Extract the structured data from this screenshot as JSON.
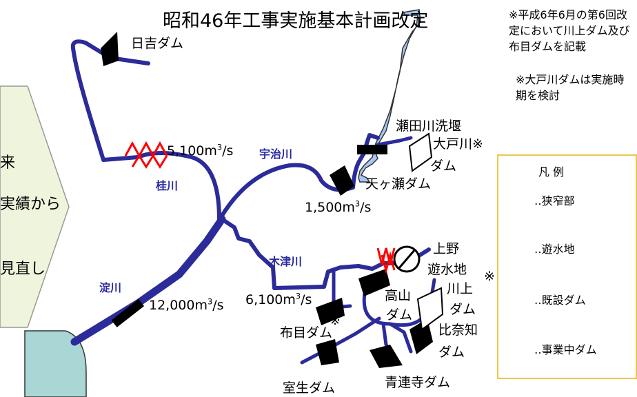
{
  "title": "昭和46年工事実施基本計画改定",
  "notes": [
    "※平成6年6月の第6回改定において川上ダム及び布目ダムを記載",
    "※大戸川ダムは実施時期を検討"
  ],
  "side_panel_lines": [
    "",
    "",
    "来",
    "実績から",
    "",
    "見直し"
  ],
  "rivers": {
    "uji": "宇治川",
    "katsura": "桂川",
    "kizu": "木津川",
    "yodo": "淀川"
  },
  "dams": {
    "hiyoshi": "日吉ダム",
    "amagase": "天ヶ瀬ダム",
    "seta": "瀬田川洗堰",
    "daido_1": "大戸川※",
    "daido_2": "ダム",
    "takayama_1": "高山",
    "takayama_2": "ダム",
    "kawakami_1": "川上",
    "kawakami_2": "ダム",
    "kawakami_mark": "※",
    "hinachi_1": "比奈知",
    "hinachi_2": "ダム",
    "nunome": "布目ダム",
    "nunome_mark": "※",
    "murou": "室生ダム",
    "shorenji": "青連寺ダム",
    "ueno_1": "上野",
    "ueno_2": "遊水地"
  },
  "flows": {
    "katsura": {
      "value": "5,100m",
      "sup": "3",
      "unit": "/s"
    },
    "uji": {
      "value": "1,500m",
      "sup": "3",
      "unit": "/s"
    },
    "kizu": {
      "value": "6,100m",
      "sup": "3",
      "unit": "/s"
    },
    "yodo": {
      "value": "12,000m",
      "sup": "3",
      "unit": "/s"
    }
  },
  "legend": {
    "title": "凡 例",
    "narrow": "‥狭窄部",
    "retention": "‥遊水地",
    "existing_dam": "‥既設ダム",
    "planned_dam": "‥事業中ダム"
  },
  "colors": {
    "river": "#2b2b9a",
    "lake": "#a7c4f2",
    "sea": "#a9d7d5",
    "panel": "#eef5dc",
    "legend_border": "#e8c84a",
    "narrow_mark": "#ff0000"
  }
}
